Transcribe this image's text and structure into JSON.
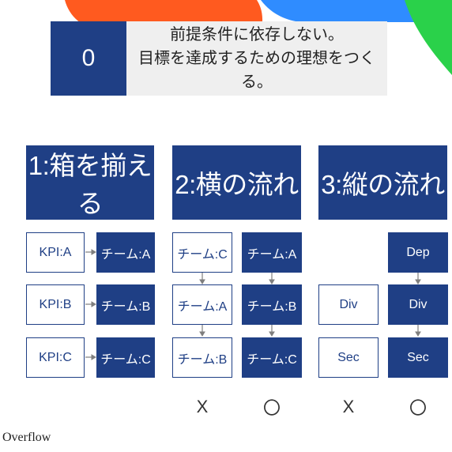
{
  "principle": {
    "number": "0",
    "line1": "前提条件に依存しない。",
    "line2": "目標を達成するための理想をつくる。"
  },
  "sections": [
    {
      "header": "1:箱を揃える",
      "left": [
        "KPI:A",
        "KPI:B",
        "KPI:C"
      ],
      "right": [
        "チーム:A",
        "チーム:B",
        "チーム:C"
      ],
      "verdict_left": "",
      "verdict_right": ""
    },
    {
      "header": "2:横の流れ",
      "left": [
        "チーム:C",
        "チーム:A",
        "チーム:B"
      ],
      "right": [
        "チーム:A",
        "チーム:B",
        "チーム:C"
      ],
      "verdict_left": "X",
      "verdict_right": "〇"
    },
    {
      "header": "3:縦の流れ",
      "left": [
        "",
        "Div",
        "Sec"
      ],
      "right": [
        "Dep",
        "Div",
        "Sec"
      ],
      "verdict_left": "X",
      "verdict_right": "〇"
    }
  ],
  "footer": {
    "label": "Overflow"
  },
  "colors": {
    "navy": "#1f3f85",
    "orange": "#ff5a1f",
    "blue": "#2f8cff",
    "green": "#2ad14a",
    "arrow": "#7f7f7f"
  }
}
